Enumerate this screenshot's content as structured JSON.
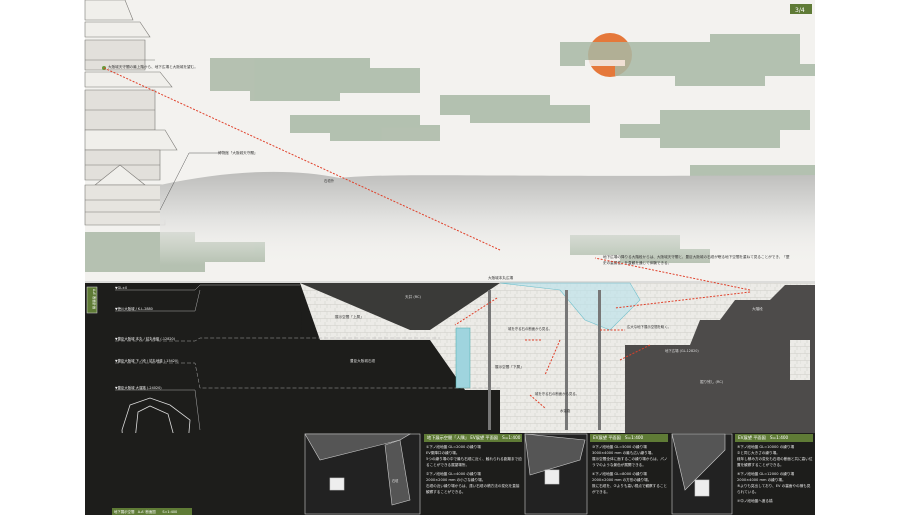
{
  "page_indicator": "3/4",
  "colors": {
    "sky": "#f3f2ef",
    "cloud": "#a9b9a6",
    "sun": "#e5783a",
    "ground_dark": "#1d1d1b",
    "terrain_grey": "#4d4b4a",
    "stone": "#e9e8e4",
    "accent_green": "#5f7b36",
    "arrow_red": "#e0402a",
    "glass": "#bfe3ea"
  },
  "sky": {
    "viewpoint_note": "大阪城天守閣の最上階から、地下広場と大阪城を望む。",
    "museum_label": "博物館「大阪城天守閣」",
    "mound_label": "石垣外",
    "stair_note": "地下広場の降りる大階段からは、大阪城天守閣と、豊臣大阪城の石垣が眠る地下空間を重ねて見ることができ、「歴史の重層性」を直観を通じて体験できる。",
    "plaza_label": "大阪城本丸広場"
  },
  "section": {
    "vertical_title": "A-A' 断面計画",
    "levels": [
      "▼GL±0",
      "▼徳川大阪城 / K.L-2880",
      "▼豊臣大阪城 本丸 / 詰丸地盤 (-12820)",
      "▼豊臣大阪城 下ノ段 / 詰丸地盤 (-15420)",
      "▼豊臣大阪城 大運路 (-24020)"
    ],
    "labels": {
      "roof": "天井 (RC)",
      "upper_space": "展示空間「上層」",
      "toyotomi_wall": "豊臣大阪城石垣",
      "lower_space": "展示空間「下層」",
      "view_from_stone_1": "城を守る石の断面から見る。",
      "view_from_stone_2": "城を守る石の断面から見る。",
      "big_stairs": "大階段",
      "underground_plaza": "地下広場 (GL-12820)",
      "vast_space": "広大な地下展示空間を眺く。",
      "excavation": "掘り残し (RC)",
      "waterway": "水運路"
    },
    "caption": "地下展示空間　A-A' 断面図　　S=1:400"
  },
  "panels": [
    {
      "title": "地下展示空間「人隅」 EV展望 平面図　S=1:400",
      "plan_label": "石垣",
      "paragraphs": [
        "①下ノ段地盤 GL=2000 の繰り場\nEV乗降口の繰り場。\n5つの繰り場の中で最も石垣に近く、触れられる距離まで迫ることができる展望場所。",
        "②下ノ段地盤 GL=4000 の繰り場\n2000×2000 mm の小さな繰り場。\n石垣の近い繰り場からは、遠い石垣の積方法の変化を直接観察することができる。"
      ]
    },
    {
      "title": "EV展望 平面図　S=1:400",
      "paragraphs": [
        "③下ノ段地盤 GL=5000 の繰り場\n3000×4000 mm の最も広い繰り場。\n展示空間全体に面するこの繰り場からは、パノラマのような景色が展開できる。",
        "④下ノ段地盤 GL=8000 の繰り場\n2000×2000 mm の方形の繰り場。\n既に石垣を、②よりも高い視点で観察することができる。"
      ]
    },
    {
      "title": "EV展望 平面図　S=1:400",
      "paragraphs": [
        "⑤下ノ段地盤 GL=10000 の繰り場\n②と同じ大きさの繰り場。\n経年し積み方の変化も石垣の断面と共に高い位置を観察することができる。",
        "⑥下ノ段地盤 GL=12000 の繰り場\n2000×4000 mm の繰り場。\n⑤よりも突出しており、EV の裏面やの様も見られている。",
        "⑦中ノ段地盤へ渡る橋"
      ]
    }
  ]
}
